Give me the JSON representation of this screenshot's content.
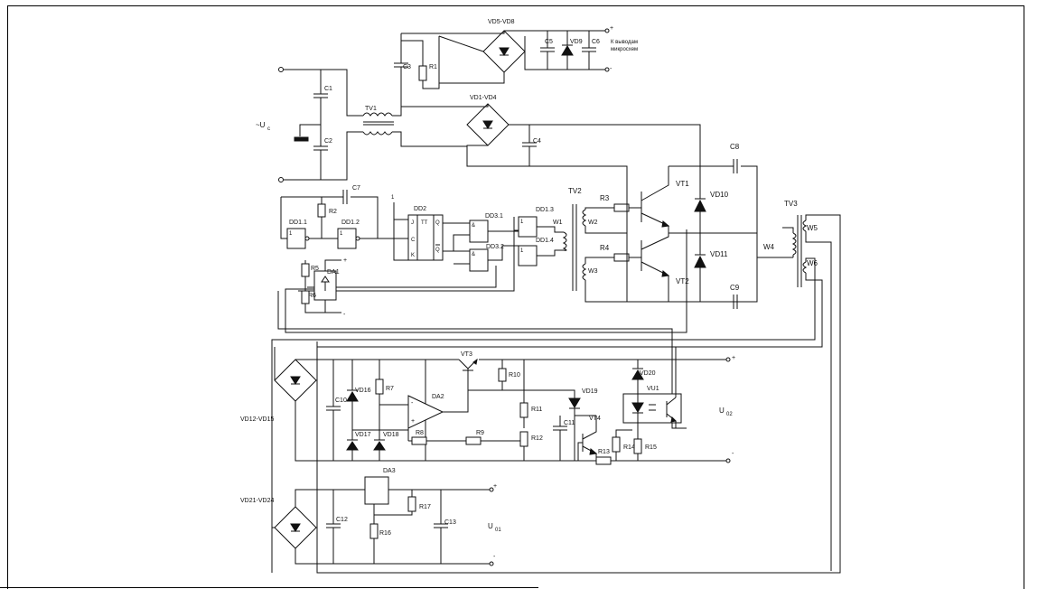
{
  "labels": {
    "vd5_vd8": "VD5-VD8",
    "c5": "C5",
    "vd9": "VD9",
    "c6": "C6",
    "out_text_1": "К выводам",
    "out_text_2": "микросхем",
    "c3": "C3",
    "r1": "R1",
    "c1": "C1",
    "c2": "C2",
    "tv1": "TV1",
    "vd1_vd4": "VD1-VD4",
    "c4": "C4",
    "uc": "~U",
    "uc_sub": "c",
    "c8": "C8",
    "c7": "C7",
    "r2": "R2",
    "dd1_1": "DD1.1",
    "dd1_2": "DD1.2",
    "dd2": "DD2",
    "tt": "TT",
    "j": "J",
    "c": "C",
    "k": "K",
    "q": "Q",
    "qbar": "Q",
    "dd3_1": "DD3.1",
    "dd3_2": "DD3.2",
    "dd1_3": "DD1.3",
    "dd1_4": "DD1.4",
    "tv2": "TV2",
    "w1": "W1",
    "w2": "W2",
    "w3": "W3",
    "r3": "R3",
    "r4": "R4",
    "vt1": "VT1",
    "vt2": "VT2",
    "vd10": "VD10",
    "vd11": "VD11",
    "c9": "C9",
    "tv3": "TV3",
    "w4": "W4",
    "w5": "W5",
    "w6": "W6",
    "r5": "R5",
    "r6": "R6",
    "da1": "DA1",
    "vt3": "VT3",
    "r10": "R10",
    "vd19": "VD19",
    "vd20": "VD20",
    "vu1": "VU1",
    "u2": "U",
    "u2_sub": "02",
    "vd12_vd15": "VD12-VD15",
    "c10": "C10",
    "vd16": "VD16",
    "r7": "R7",
    "da2": "DA2",
    "r11": "R11",
    "c11": "C11",
    "vt4": "VT4",
    "vd17": "VD17",
    "vd18": "VD18",
    "r8": "R8",
    "r9": "R9",
    "r12": "R12",
    "r13": "R13",
    "r14": "R14",
    "r15": "R15",
    "da3": "DA3",
    "r17": "R17",
    "c12": "C12",
    "c13": "C13",
    "r16": "R16",
    "vd21_vd24": "VD21-VD24",
    "u1": "U",
    "u1_sub": "01",
    "plus": "+",
    "minus": "-",
    "one": "1",
    "amp": "&"
  }
}
